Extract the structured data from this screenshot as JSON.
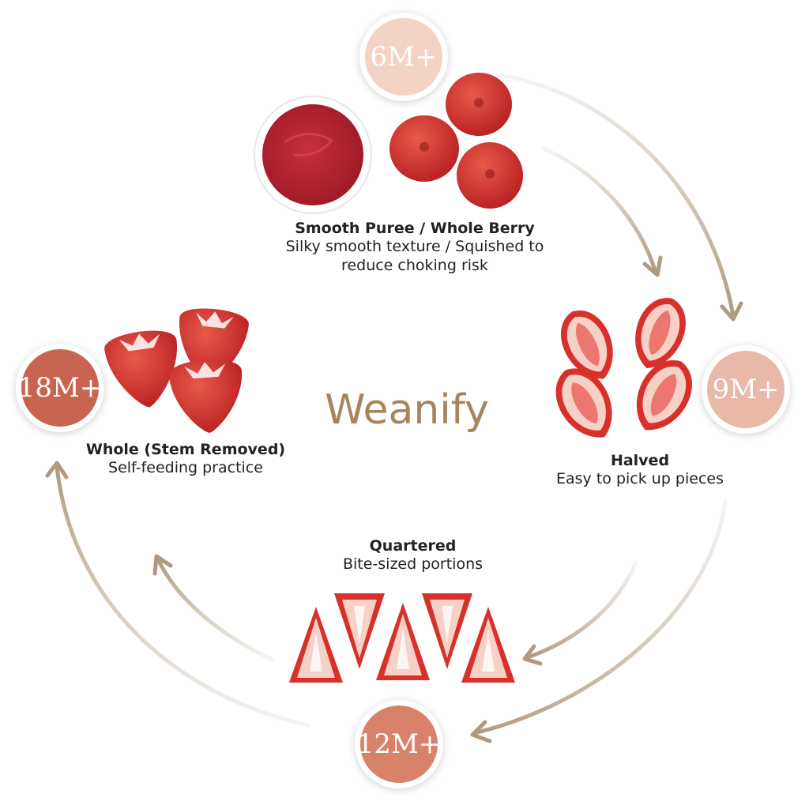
{
  "brand": {
    "logo_text": "Weanify",
    "color": "#a7845c"
  },
  "colors": {
    "arrow": "#b09a7f",
    "badge_6m": "#f5d3c4",
    "badge_9m": "#e8b8a8",
    "badge_12m": "#d9826a",
    "badge_18m": "#c86550",
    "puree": "#b3202e",
    "strawberry": "#d8302a",
    "strawberry_flesh": "#f7d0c6"
  },
  "stages": [
    {
      "age": "6M+",
      "title": "Smooth Puree / Whole Berry",
      "desc_line1": "Silky smooth texture / Squished to",
      "desc_line2": "reduce choking risk",
      "icon": "puree-bowl-and-squished-berries"
    },
    {
      "age": "9M+",
      "title": "Halved",
      "desc_line1": "Easy to pick up pieces",
      "icon": "halved-strawberries"
    },
    {
      "age": "12M+",
      "title": "Quartered",
      "desc_line1": "Bite-sized portions",
      "icon": "quartered-strawberries"
    },
    {
      "age": "18M+",
      "title": "Whole (Stem Removed)",
      "desc_line1": "Self-feeding practice",
      "icon": "whole-strawberries"
    }
  ]
}
